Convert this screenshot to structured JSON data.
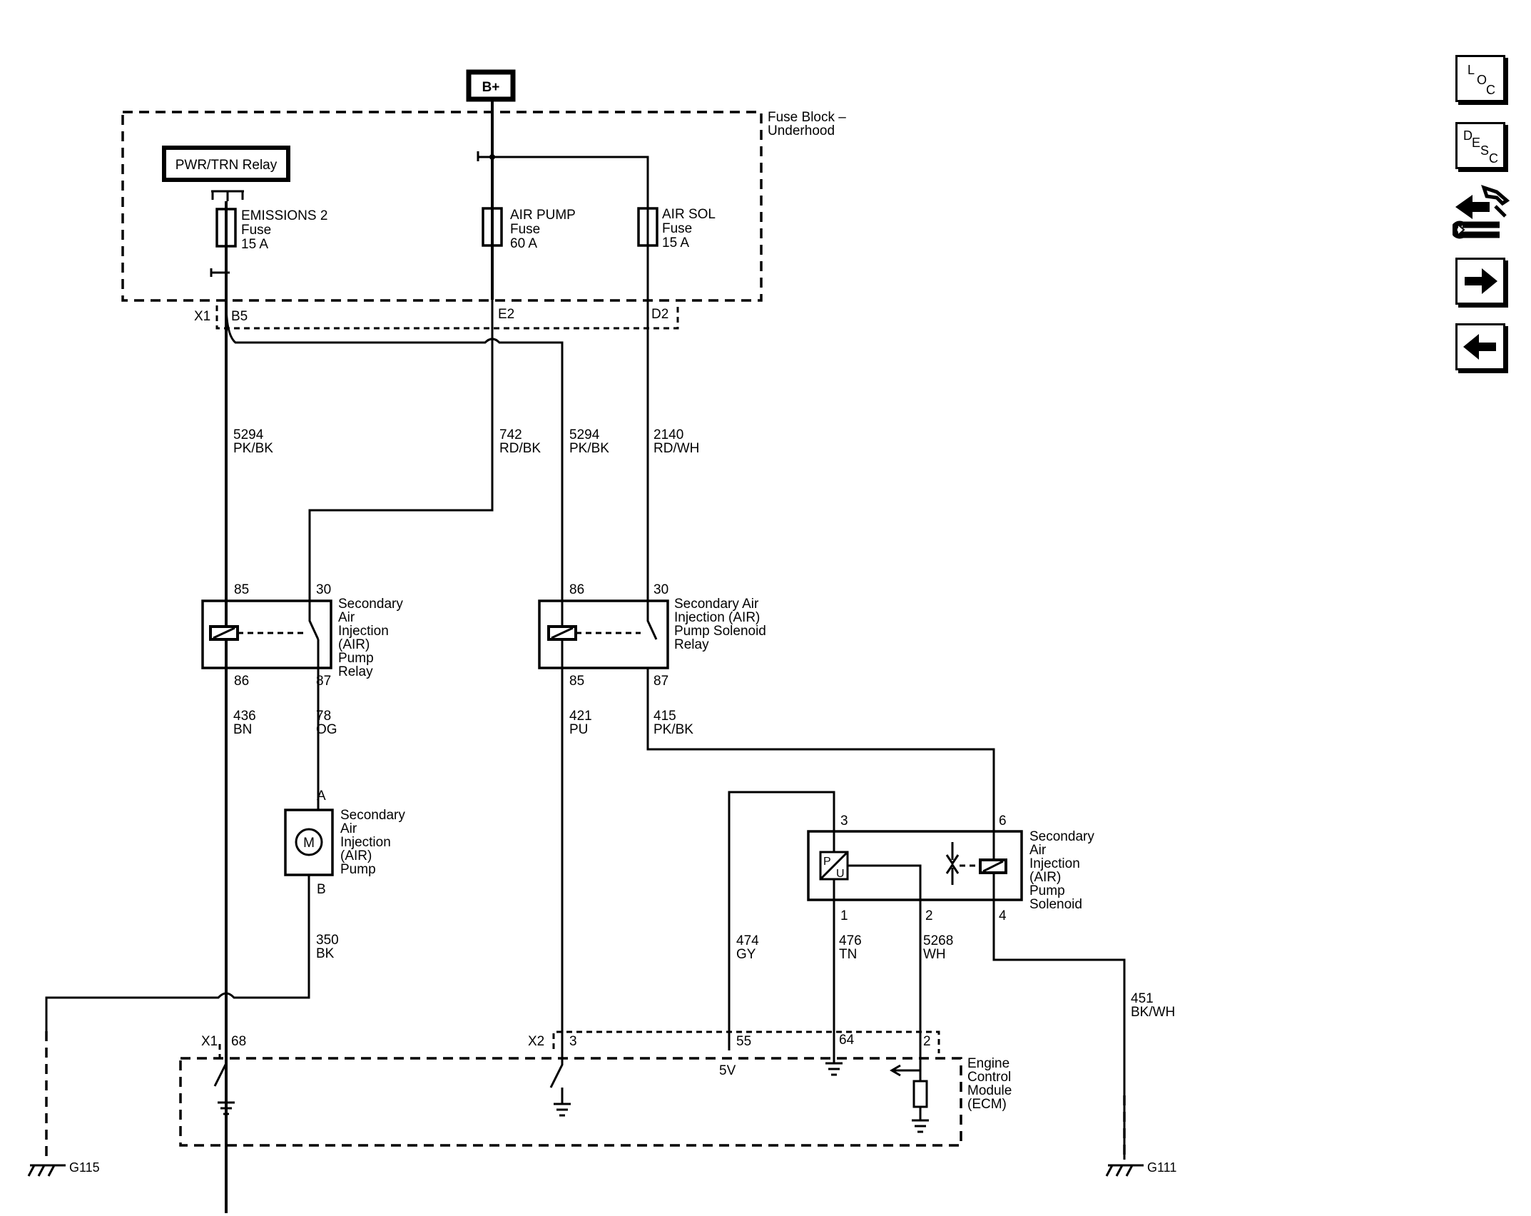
{
  "power": {
    "label": "B+"
  },
  "fuse_block": {
    "title_line1": "Fuse Block –",
    "title_line2": "Underhood"
  },
  "relay_pwr": {
    "label": "PWR/TRN Relay"
  },
  "fuses": [
    {
      "name": "EMISSIONS 2",
      "type": "Fuse",
      "rating": "15 A"
    },
    {
      "name": "AIR PUMP",
      "type": "Fuse",
      "rating": "60 A"
    },
    {
      "name": "AIR SOL",
      "type": "Fuse",
      "rating": "15 A"
    }
  ],
  "connectors": {
    "x1": "X1",
    "x2": "X2"
  },
  "pins": {
    "b5": "B5",
    "e2": "E2",
    "d2": "D2",
    "r1_85": "85",
    "r1_30": "30",
    "r1_86": "86",
    "r1_87": "87",
    "r2_86": "86",
    "r2_30": "30",
    "r2_85": "85",
    "r2_87": "87",
    "pump_a": "A",
    "pump_b": "B",
    "sol_3": "3",
    "sol_6": "6",
    "sol_1": "1",
    "sol_2": "2",
    "sol_4": "4",
    "ecm_68": "68",
    "ecm_3": "3",
    "ecm_55": "55",
    "ecm_64": "64",
    "ecm_2": "2"
  },
  "wires": {
    "w5294_left": {
      "circuit": "5294",
      "color": "PK/BK"
    },
    "w742": {
      "circuit": "742",
      "color": "RD/BK"
    },
    "w5294_right": {
      "circuit": "5294",
      "color": "PK/BK"
    },
    "w2140": {
      "circuit": "2140",
      "color": "RD/WH"
    },
    "w436": {
      "circuit": "436",
      "color": "BN"
    },
    "w78": {
      "circuit": "78",
      "color": "OG"
    },
    "w421": {
      "circuit": "421",
      "color": "PU"
    },
    "w415": {
      "circuit": "415",
      "color": "PK/BK"
    },
    "w350": {
      "circuit": "350",
      "color": "BK"
    },
    "w474": {
      "circuit": "474",
      "color": "GY"
    },
    "w476": {
      "circuit": "476",
      "color": "TN"
    },
    "w5268": {
      "circuit": "5268",
      "color": "WH"
    },
    "w451": {
      "circuit": "451",
      "color": "BK/WH"
    }
  },
  "components": {
    "air_pump_relay": [
      "Secondary",
      "Air",
      "Injection",
      "(AIR)",
      "Pump",
      "Relay"
    ],
    "air_sol_relay": [
      "Secondary Air",
      "Injection (AIR)",
      "Pump Solenoid",
      "Relay"
    ],
    "air_pump": [
      "Secondary",
      "Air",
      "Injection",
      "(AIR)",
      "Pump"
    ],
    "air_solenoid": [
      "Secondary",
      "Air",
      "Injection",
      "(AIR)",
      "Pump",
      "Solenoid"
    ],
    "ecm": [
      "Engine",
      "Control",
      "Module",
      "(ECM)"
    ],
    "motor_symbol": "M",
    "pressure_sensor_p": "P",
    "pressure_sensor_u": "U",
    "ecm_5v": "5V"
  },
  "grounds": {
    "g115": "G115",
    "g111": "G111"
  },
  "nav": {
    "loc": {
      "l1": "L",
      "l2": "O",
      "l3": "C"
    },
    "desc": {
      "l1": "D",
      "l2": "E",
      "l3": "S",
      "l4": "C"
    }
  }
}
